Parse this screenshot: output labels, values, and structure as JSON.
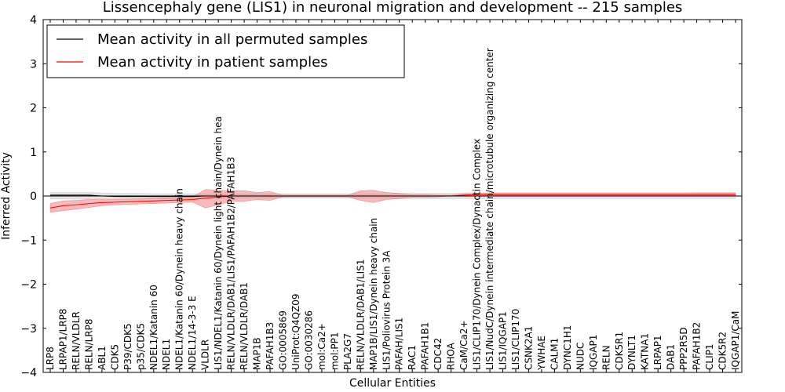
{
  "chart_data": {
    "type": "line",
    "title": "Lissencephaly gene (LIS1) in neuronal migration and development -- 215 samples",
    "xlabel": "Cellular Entities",
    "ylabel": "Inferred Activity",
    "ylim": [
      -4,
      4
    ],
    "yticks": [
      "4",
      "3",
      "2",
      "1",
      "0",
      "−1",
      "−2",
      "−3",
      "−4"
    ],
    "ytick_values": [
      4,
      3,
      2,
      1,
      0,
      -1,
      -2,
      -3,
      -4
    ],
    "legend_position": "top-left",
    "grid": false,
    "categories": [
      "LRP8",
      "LRPAP1/LRP8",
      "RELN/VLDLR",
      "RELN/LRP8",
      "ABL1",
      "CDK5",
      "P39/CDK5",
      "p35/CDK5",
      "NDEL1/Katanin 60",
      "NDEL1",
      "NDEL1/Katanin 60/Dynein heavy chain",
      "NDEL1/14-3-3 E",
      "VLDLR",
      "LIS1/NDEL1/Katanin 60/Dynein light chain/Dynein hea",
      "RELN/VLDLR/DAB1/LIS1/PAFAH1B2/PAFAH1B3",
      "RELN/VLDLR/DAB1",
      "MAP1B",
      "PAFAH1B3",
      "GO:0005869",
      "UniProt:Q4QZ09",
      "GO:0030286",
      "mol:Ca2+",
      "mol:PP1",
      "PLA2G7",
      "RELN/VLDLR/DAB1/LIS1",
      "MAP1B/LIS1/Dynein heavy chain",
      "LIS1/Poliovirus Protein 3A",
      "PAFAH/LIS1",
      "RAC1",
      "PAFAH1B1",
      "CDC42",
      "RHOA",
      "CaM/Ca2+",
      "LIS1/CLIP170/Dynein Complex/Dynactin Complex",
      "LIS1/NudC/Dynein intermediate chain/microtubule organizing center",
      "LIS1/IQGAP1",
      "LIS1/CLIP170",
      "CSNK2A1",
      "YWHAE",
      "CALM1",
      "DYNC1H1",
      "NUDC",
      "IQGAP1",
      "RELN",
      "CDK5R1",
      "DYNLT1",
      "KATNA1",
      "LRPAP1",
      "DAB1",
      "PPP2R5D",
      "PAFAH1B2",
      "CLIP1",
      "CDK5R2",
      "IQGAP1/CaM"
    ],
    "series": [
      {
        "name": "Mean activity in all permuted samples",
        "color": "#000000",
        "band_color": "#c8c8c8",
        "values": [
          0.02,
          0.02,
          0.02,
          0.02,
          0.0,
          -0.01,
          -0.01,
          -0.01,
          -0.01,
          -0.01,
          -0.01,
          -0.01,
          0.0,
          0.0,
          0.0,
          0.0,
          0.0,
          0.0,
          0.0,
          0.0,
          0.0,
          0.0,
          0.0,
          0.0,
          0.0,
          0.0,
          0.0,
          0.0,
          0.0,
          0.0,
          0.0,
          0.0,
          0.0,
          0.0,
          0.0,
          0.0,
          0.0,
          0.0,
          0.0,
          0.0,
          0.0,
          0.0,
          0.0,
          0.0,
          0.0,
          0.0,
          0.0,
          0.0,
          0.0,
          0.0,
          0.0,
          0.0,
          0.0,
          0.0
        ],
        "lower": [
          -0.07,
          -0.07,
          -0.07,
          -0.07,
          -0.07,
          -0.07,
          -0.07,
          -0.07,
          -0.07,
          -0.07,
          -0.06,
          -0.06,
          -0.06,
          -0.06,
          -0.05,
          -0.05,
          -0.05,
          -0.05,
          -0.05,
          -0.05,
          -0.05,
          -0.05,
          -0.05,
          -0.05,
          -0.05,
          -0.05,
          -0.05,
          -0.06,
          -0.06,
          -0.06,
          -0.06,
          -0.06,
          -0.06,
          -0.06,
          -0.06,
          -0.06,
          -0.06,
          -0.06,
          -0.06,
          -0.06,
          -0.06,
          -0.06,
          -0.06,
          -0.06,
          -0.06,
          -0.06,
          -0.06,
          -0.06,
          -0.06,
          -0.06,
          -0.06,
          -0.06,
          -0.06,
          -0.06
        ],
        "upper": [
          0.08,
          0.08,
          0.08,
          0.08,
          0.07,
          0.06,
          0.06,
          0.06,
          0.05,
          0.05,
          0.05,
          0.05,
          0.05,
          0.05,
          0.05,
          0.05,
          0.05,
          0.05,
          0.05,
          0.05,
          0.05,
          0.05,
          0.05,
          0.05,
          0.05,
          0.05,
          0.05,
          0.06,
          0.06,
          0.06,
          0.06,
          0.06,
          0.07,
          0.07,
          0.07,
          0.07,
          0.07,
          0.07,
          0.07,
          0.07,
          0.07,
          0.07,
          0.07,
          0.07,
          0.07,
          0.07,
          0.07,
          0.07,
          0.07,
          0.07,
          0.08,
          0.08,
          0.08,
          0.08
        ]
      },
      {
        "name": "Mean activity in patient samples",
        "color": "#ff0000",
        "band_color": "#f08080",
        "values": [
          -0.27,
          -0.22,
          -0.2,
          -0.17,
          -0.15,
          -0.14,
          -0.13,
          -0.12,
          -0.11,
          -0.1,
          -0.09,
          -0.08,
          -0.05,
          -0.02,
          0.0,
          0.0,
          0.0,
          0.0,
          0.0,
          0.0,
          0.0,
          0.0,
          0.0,
          0.0,
          0.0,
          0.0,
          0.0,
          0.0,
          0.0,
          0.0,
          0.0,
          0.0,
          0.02,
          0.03,
          0.03,
          0.03,
          0.03,
          0.03,
          0.03,
          0.03,
          0.03,
          0.03,
          0.03,
          0.03,
          0.03,
          0.03,
          0.03,
          0.03,
          0.03,
          0.03,
          0.03,
          0.03,
          0.03,
          0.03
        ],
        "lower": [
          -0.37,
          -0.33,
          -0.3,
          -0.26,
          -0.22,
          -0.2,
          -0.19,
          -0.18,
          -0.17,
          -0.16,
          -0.15,
          -0.14,
          -0.27,
          -0.2,
          -0.12,
          -0.12,
          -0.08,
          -0.1,
          -0.02,
          -0.02,
          -0.02,
          -0.02,
          -0.02,
          -0.02,
          -0.1,
          -0.15,
          -0.08,
          -0.06,
          -0.03,
          -0.03,
          -0.02,
          0.0,
          0.0,
          0.0,
          0.01,
          0.01,
          0.01,
          0.01,
          0.01,
          0.01,
          0.01,
          0.01,
          0.01,
          0.01,
          0.01,
          0.01,
          0.01,
          0.01,
          0.01,
          0.01,
          0.01,
          0.01,
          0.01,
          0.01
        ],
        "upper": [
          -0.17,
          -0.11,
          -0.1,
          -0.08,
          -0.08,
          -0.08,
          -0.07,
          -0.06,
          -0.05,
          -0.04,
          -0.03,
          -0.02,
          0.15,
          0.13,
          0.12,
          0.12,
          0.08,
          0.1,
          0.02,
          0.02,
          0.02,
          0.02,
          0.02,
          0.02,
          0.12,
          0.13,
          0.08,
          0.06,
          0.03,
          0.03,
          0.02,
          0.02,
          0.05,
          0.06,
          0.07,
          0.07,
          0.07,
          0.07,
          0.07,
          0.07,
          0.07,
          0.07,
          0.07,
          0.07,
          0.07,
          0.07,
          0.07,
          0.07,
          0.07,
          0.07,
          0.07,
          0.07,
          0.07,
          0.07
        ]
      }
    ]
  }
}
